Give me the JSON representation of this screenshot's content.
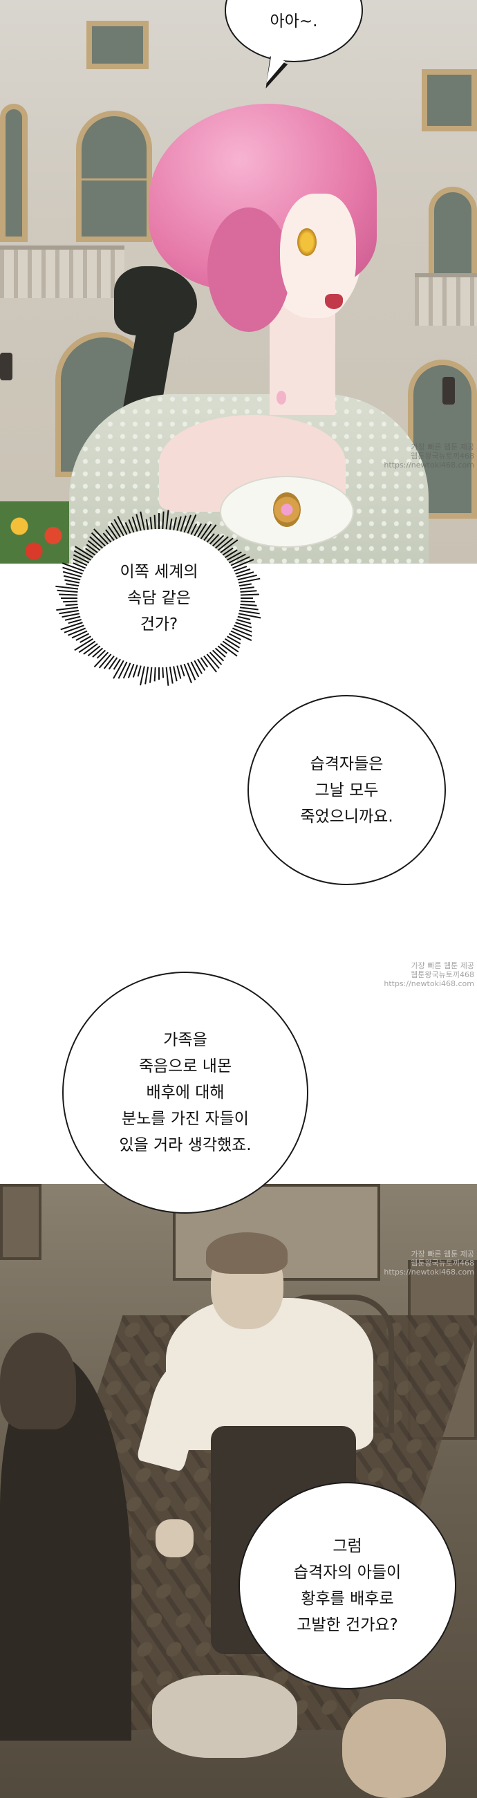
{
  "bubbles": {
    "top": "아아~.",
    "thought": "이쪽 세계의\n속담 같은\n건가?",
    "assailants_died": "습격자들은\n그날 모두\n죽었으니까요.",
    "family_death": "가족을\n죽음으로 내몬\n배후에 대해\n분노를 가진 자들이\n있을 거라 생각했죠.",
    "son_accused": "그럼\n습격자의 아들이\n황후를 배후로\n고발한 건가요?"
  },
  "watermarks": {
    "first": "가장 빠른 웹툰 제공\n웹툰왕국뉴토끼468\nhttps://newtoki468.com",
    "second": "가장 빠른 웹툰 제공\n웹툰왕국뉴토끼468\nhttps://newtoki468.com",
    "third": "가장 빠른 웹툰 제공\n웹툰왕국뉴토끼468\nhttps://newtoki468.com"
  },
  "colors": {
    "hair": "#e67aa9",
    "eye": "#f3c23b",
    "bubble_border": "#1a1a1a",
    "sepia_scene": "#6b6152"
  }
}
